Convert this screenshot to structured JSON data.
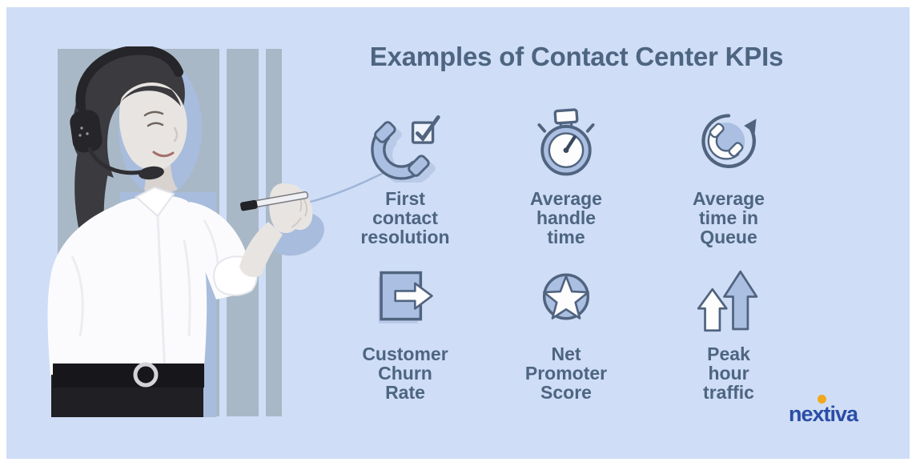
{
  "header": {
    "title": "Examples of Contact Center KPIs"
  },
  "kpis": [
    {
      "name": "First contact resolution",
      "icon": "phone-check-icon",
      "lines": [
        "First",
        "contact",
        "resolution"
      ]
    },
    {
      "name": "Average handle time",
      "icon": "stopwatch-icon",
      "lines": [
        "Average",
        "handle",
        "time"
      ]
    },
    {
      "name": "Average time in Queue",
      "icon": "phone-circular-arrow-icon",
      "lines": [
        "Average",
        "time in",
        "Queue"
      ]
    },
    {
      "name": "Customer Churn Rate",
      "icon": "door-exit-arrow-icon",
      "lines": [
        "Customer",
        "Churn",
        "Rate"
      ]
    },
    {
      "name": "Net Promoter Score",
      "icon": "star-badge-icon",
      "lines": [
        "Net",
        "Promoter",
        "Score"
      ]
    },
    {
      "name": "Peak hour traffic",
      "icon": "rising-arrows-icon",
      "lines": [
        "Peak",
        "hour",
        "traffic"
      ]
    }
  ],
  "brand": {
    "wordmark": "nextiva",
    "wordmark_color": "#2a4da6",
    "dot_color": "#f2a81d"
  },
  "palette": {
    "background": "#cfddf6",
    "backdrop_panel": "#a9b8c6",
    "icon_fill": "#aabfe2",
    "icon_outline": "#51647f",
    "icon_shadow": "#b9c9e8",
    "text": "#4d6581"
  }
}
